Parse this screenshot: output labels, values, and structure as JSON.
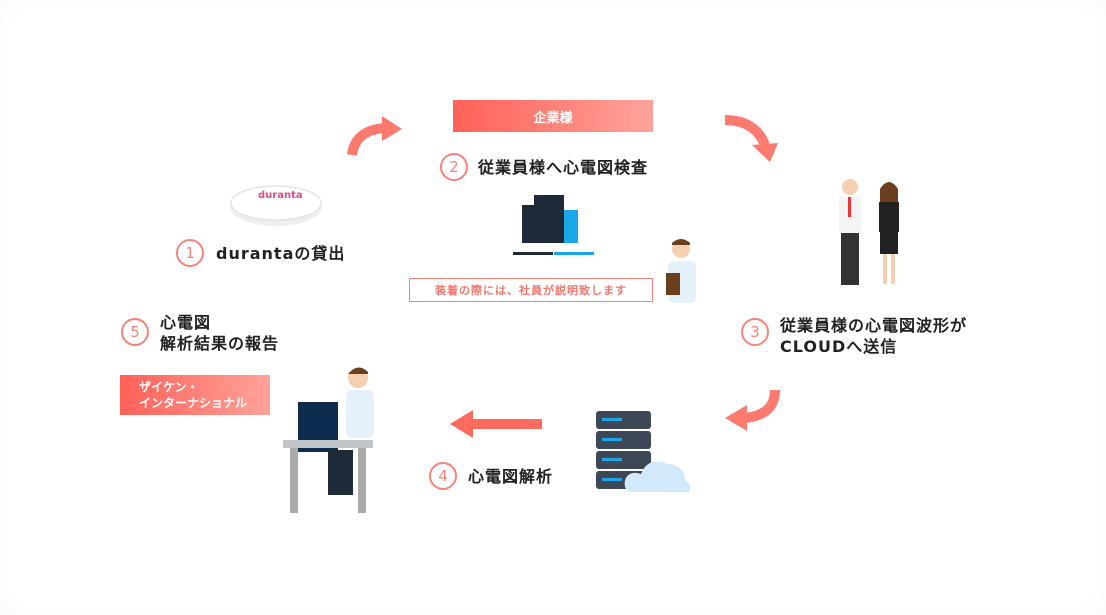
{
  "company_banner": "企業様",
  "zaiken_banner": [
    "ザイケン・",
    "インターナショナル"
  ],
  "note": "装着の際には、社員が説明致します",
  "device_logo": "duranta",
  "steps": [
    {
      "num": "1",
      "label": "durantaの貸出"
    },
    {
      "num": "2",
      "label": "従業員様へ心電図検査"
    },
    {
      "num": "3",
      "label": "従業員様の心電図波形が",
      "label2": "CLOUDへ送信"
    },
    {
      "num": "4",
      "label": "心電図解析"
    },
    {
      "num": "5",
      "label": "心電図",
      "label2": "解析結果の報告"
    }
  ],
  "colors": {
    "accent": "#f7847a",
    "arrow": "#ff6b5e",
    "building": "#1e2a38",
    "building_accent": "#1aa8e8"
  }
}
